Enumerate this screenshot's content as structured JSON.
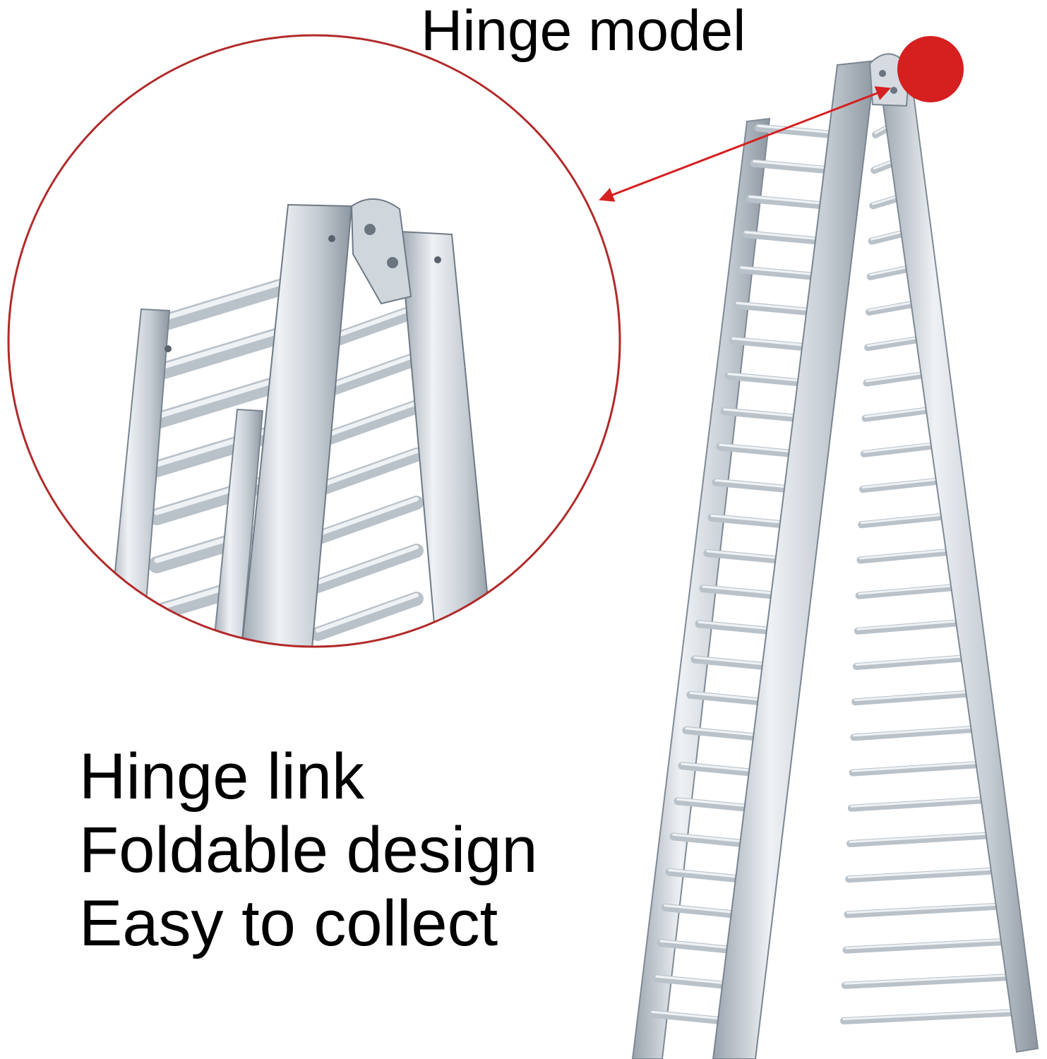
{
  "title": "Hinge model",
  "features": [
    "Hinge link",
    "Foldable design",
    "Easy to collect"
  ],
  "colors": {
    "accent": "#d61f1f",
    "circle_outline": "#b22a2a",
    "metal_light": "#e4e9ee",
    "metal_mid": "#c3cad1",
    "metal_dark": "#8f99a3",
    "text": "#000000"
  },
  "picture": {
    "subject": "folding-aluminum-ramp",
    "ladder_rungs": 26,
    "zoom_rungs": 7
  }
}
